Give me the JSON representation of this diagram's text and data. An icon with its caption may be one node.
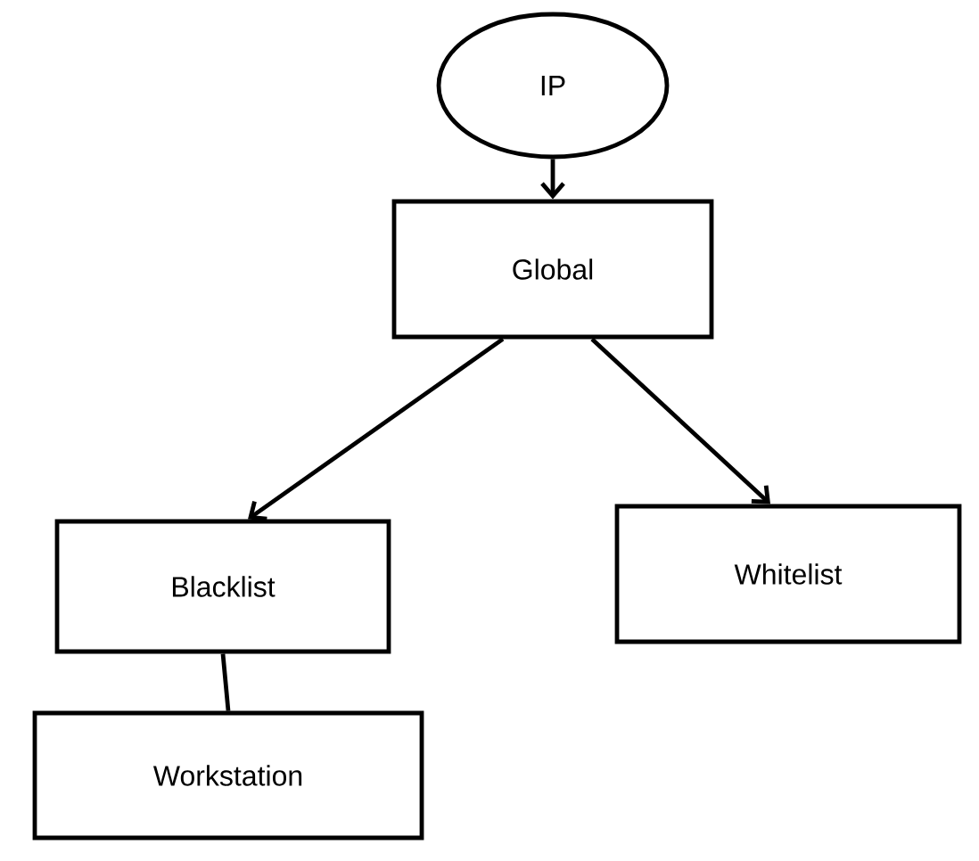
{
  "diagram": {
    "nodes": [
      {
        "text": [
          "IP"
        ]
      },
      {
        "text": [
          "Global"
        ]
      },
      {
        "text": [
          "Blacklist"
        ]
      },
      {
        "text": [
          "Whitelist"
        ]
      },
      {
        "text": [
          "Workstation"
        ]
      }
    ],
    "edges": [
      {
        "from": 0,
        "to": 1,
        "arrow": "to"
      },
      {
        "from": 1,
        "to": 2,
        "arrow": "to"
      },
      {
        "from": 1,
        "to": 3,
        "arrow": "to"
      },
      {
        "from": 2,
        "to": 4,
        "arrow": "none"
      }
    ]
  }
}
